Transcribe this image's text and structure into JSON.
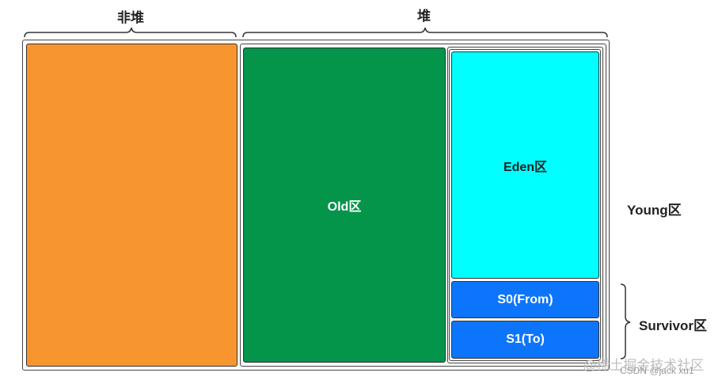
{
  "labels": {
    "non_heap": "非堆",
    "heap": "堆",
    "old": "Old区",
    "eden": "Eden区",
    "young": "Young区",
    "s0": "S0(From)",
    "s1": "S1(To)",
    "survivor": "Survivor区"
  },
  "watermark": {
    "line1": "@稀土掘金技术社区",
    "line2": "CSDN @jack xu1"
  },
  "colors": {
    "non_heap": "#F7962E",
    "old": "#04944A",
    "eden": "#00FFFF",
    "survivor": "#0D75FB",
    "border": "#444444"
  }
}
